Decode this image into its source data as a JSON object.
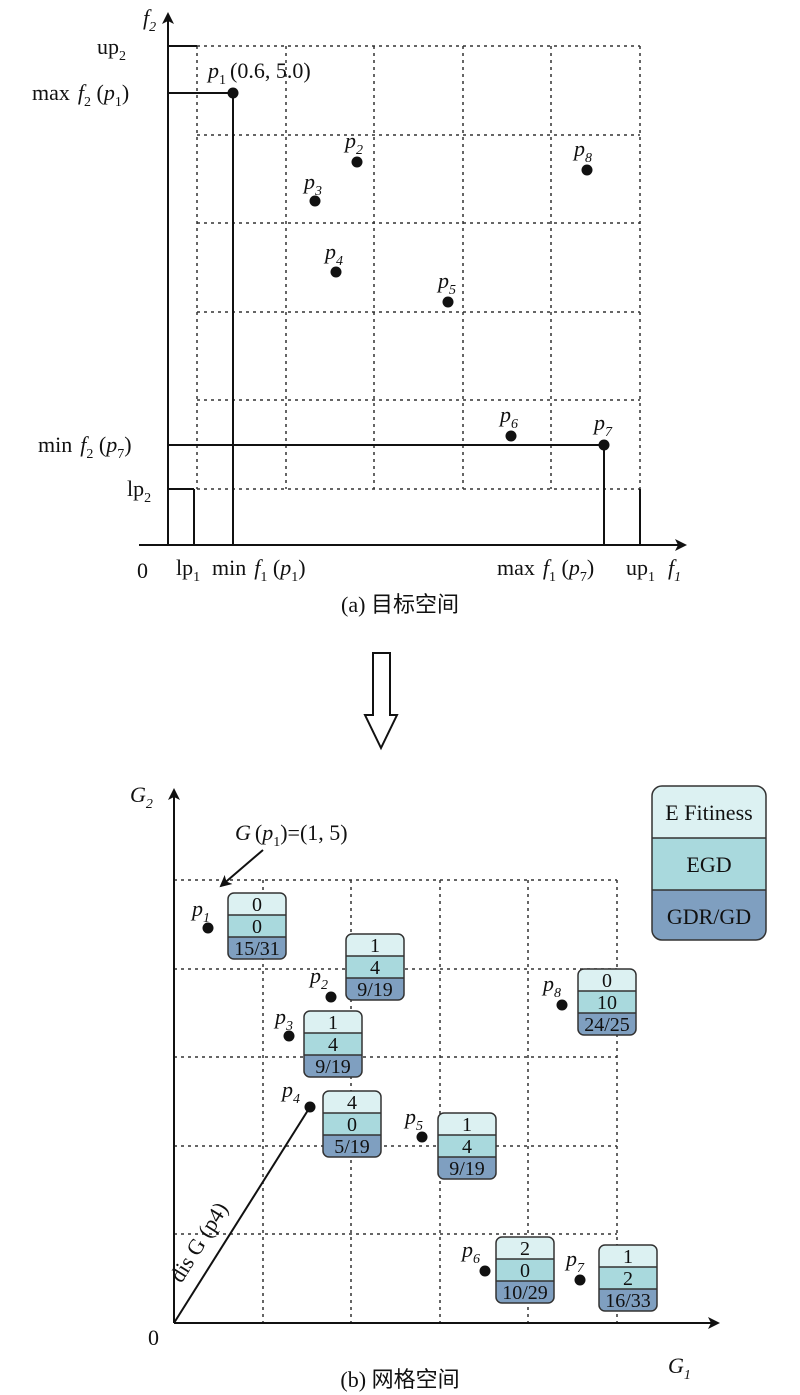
{
  "top": {
    "axis_x": "f",
    "axis_x_sub": "1",
    "axis_y": "f",
    "axis_y_sub": "2",
    "origin": "0",
    "up2": "up",
    "up2_sub": "2",
    "lp2": "lp",
    "lp2_sub": "2",
    "max_f2_label": "max",
    "min_f2_label": "min",
    "lp1": "lp",
    "lp1_sub": "1",
    "up1": "up",
    "up1_sub": "1",
    "min_f1_label": "min",
    "max_f1_label": "max",
    "p1_coord": "(0.6, 5.0)",
    "points": [
      "p1",
      "p2",
      "p3",
      "p4",
      "p5",
      "p6",
      "p7",
      "p8"
    ],
    "caption": "(a) 目标空间"
  },
  "bottom": {
    "axis_x": "G",
    "axis_x_sub": "1",
    "axis_y": "G",
    "axis_y_sub": "2",
    "origin": "0",
    "g_annot": "G (p",
    "g_annot_sub": "1",
    "g_annot_tail": ")=(1, 5)",
    "dis_label": "dis G (p4)",
    "legend": {
      "row1": "E Fitiness",
      "row2": "EGD",
      "row3": "GDR/GD"
    },
    "boxes": [
      {
        "point": "p1",
        "ef": "0",
        "egd": "0",
        "gdr": "15/31"
      },
      {
        "point": "p2",
        "ef": "1",
        "egd": "4",
        "gdr": "9/19"
      },
      {
        "point": "p3",
        "ef": "1",
        "egd": "4",
        "gdr": "9/19"
      },
      {
        "point": "p4",
        "ef": "4",
        "egd": "0",
        "gdr": "5/19"
      },
      {
        "point": "p5",
        "ef": "1",
        "egd": "4",
        "gdr": "9/19"
      },
      {
        "point": "p6",
        "ef": "2",
        "egd": "0",
        "gdr": "10/29"
      },
      {
        "point": "p7",
        "ef": "1",
        "egd": "2",
        "gdr": "16/33"
      },
      {
        "point": "p8",
        "ef": "0",
        "egd": "10",
        "gdr": "24/25"
      }
    ],
    "caption": "(b) 网格空间"
  },
  "colors": {
    "row1": "#dcf1f2",
    "row2": "#a9d9dd",
    "row3": "#7f9fc0"
  }
}
